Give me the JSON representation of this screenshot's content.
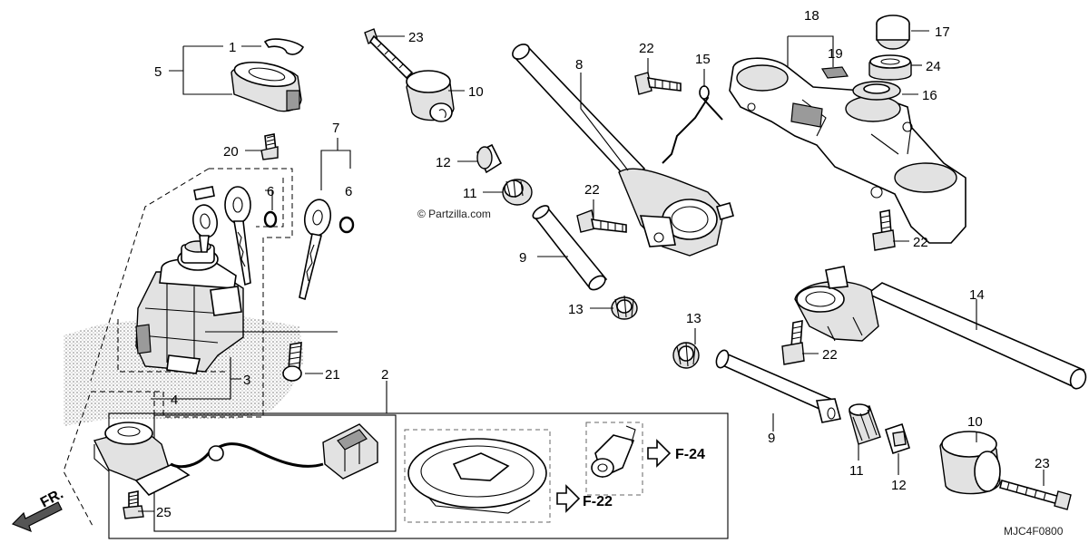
{
  "copyright": "© Partzilla.com",
  "diagram_code": "MJC4F0800",
  "front_arrow_label": "FR.",
  "reference_labels": {
    "f24": "F-24",
    "f22": "F-22"
  },
  "callouts": {
    "c1": "1",
    "c2": "2",
    "c3": "3",
    "c4": "4",
    "c5": "5",
    "c6a": "6",
    "c6b": "6",
    "c7": "7",
    "c8": "8",
    "c9a": "9",
    "c9b": "9",
    "c10a": "10",
    "c10b": "10",
    "c11a": "11",
    "c11b": "11",
    "c12a": "12",
    "c12b": "12",
    "c13a": "13",
    "c13b": "13",
    "c14": "14",
    "c15": "15",
    "c16": "16",
    "c17": "17",
    "c18": "18",
    "c19": "19",
    "c20": "20",
    "c21": "21",
    "c22a": "22",
    "c22b": "22",
    "c22c": "22",
    "c22d": "22",
    "c23a": "23",
    "c23b": "23",
    "c24": "24",
    "c25": "25"
  },
  "colors": {
    "ink": "#000000",
    "part_fill": "#ffffff",
    "shade": "#e2e2e2",
    "stipple": "#8a8a8a"
  }
}
